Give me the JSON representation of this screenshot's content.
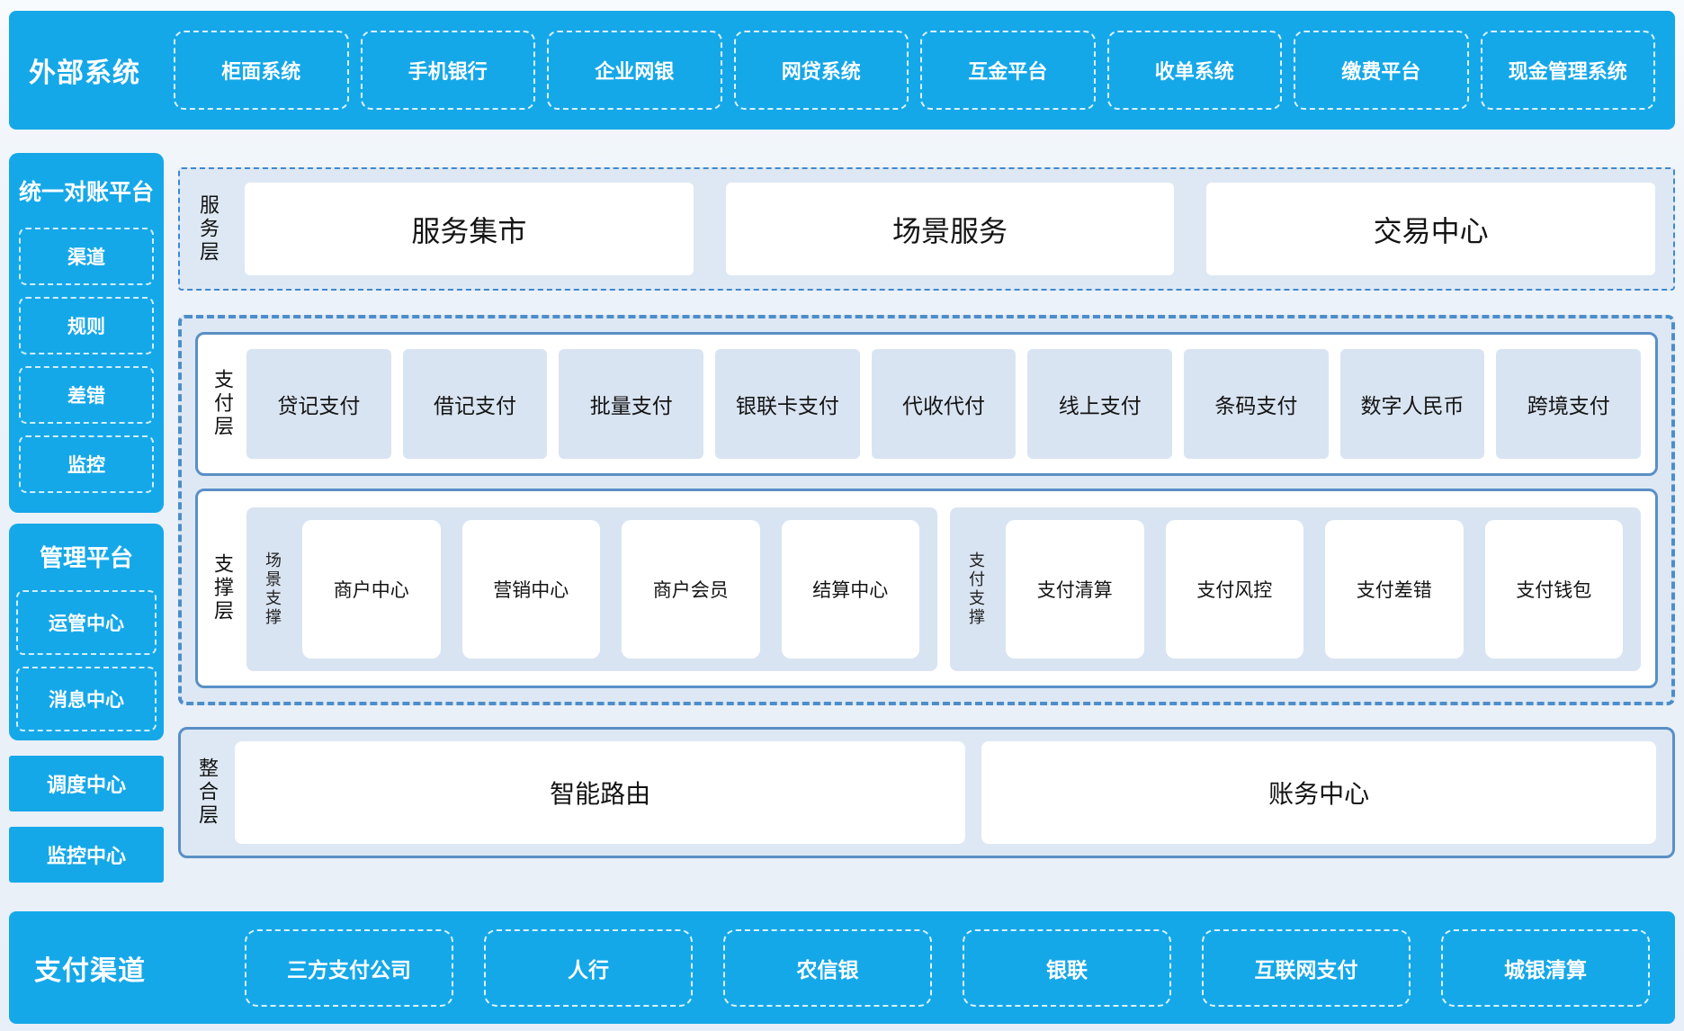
{
  "colors": {
    "accent_blue": "#15a8e9",
    "panel_light_blue": "#dde8f4",
    "card_light_blue": "#d9e4f2",
    "solid_border_blue": "#5a8fc6",
    "dashed_border_blue": "#4d8dca",
    "dark_text": "#141414"
  },
  "external": {
    "title": "外部系统",
    "items": [
      "柜面系统",
      "手机银行",
      "企业网银",
      "网贷系统",
      "互金平台",
      "收单系统",
      "缴费平台",
      "现金管理系统"
    ]
  },
  "sidebar": {
    "reconciliation": {
      "title": "统一对账平台",
      "items": [
        "渠道",
        "规则",
        "差错",
        "监控"
      ]
    },
    "management": {
      "title": "管理平台",
      "items": [
        "运管中心",
        "消息中心"
      ]
    },
    "solo": [
      "调度中心",
      "监控中心"
    ]
  },
  "service_layer": {
    "label": "服务层",
    "cards": [
      "服务集市",
      "场景服务",
      "交易中心"
    ]
  },
  "payment_layer": {
    "label": "支付层",
    "cards": [
      "贷记支付",
      "借记支付",
      "批量支付",
      "银联卡支付",
      "代收代付",
      "线上支付",
      "条码支付",
      "数字人民币",
      "跨境支付"
    ]
  },
  "support_layer": {
    "label": "支撑层",
    "groups": [
      {
        "label": "场景支撑",
        "cards": [
          "商户中心",
          "营销中心",
          "商户会员",
          "结算中心"
        ]
      },
      {
        "label": "支付支撑",
        "cards": [
          "支付清算",
          "支付风控",
          "支付差错",
          "支付钱包"
        ]
      }
    ]
  },
  "integration_layer": {
    "label": "整合层",
    "cards": [
      "智能路由",
      "账务中心"
    ]
  },
  "channels": {
    "title": "支付渠道",
    "items": [
      "三方支付公司",
      "人行",
      "农信银",
      "银联",
      "互联网支付",
      "城银清算"
    ]
  }
}
